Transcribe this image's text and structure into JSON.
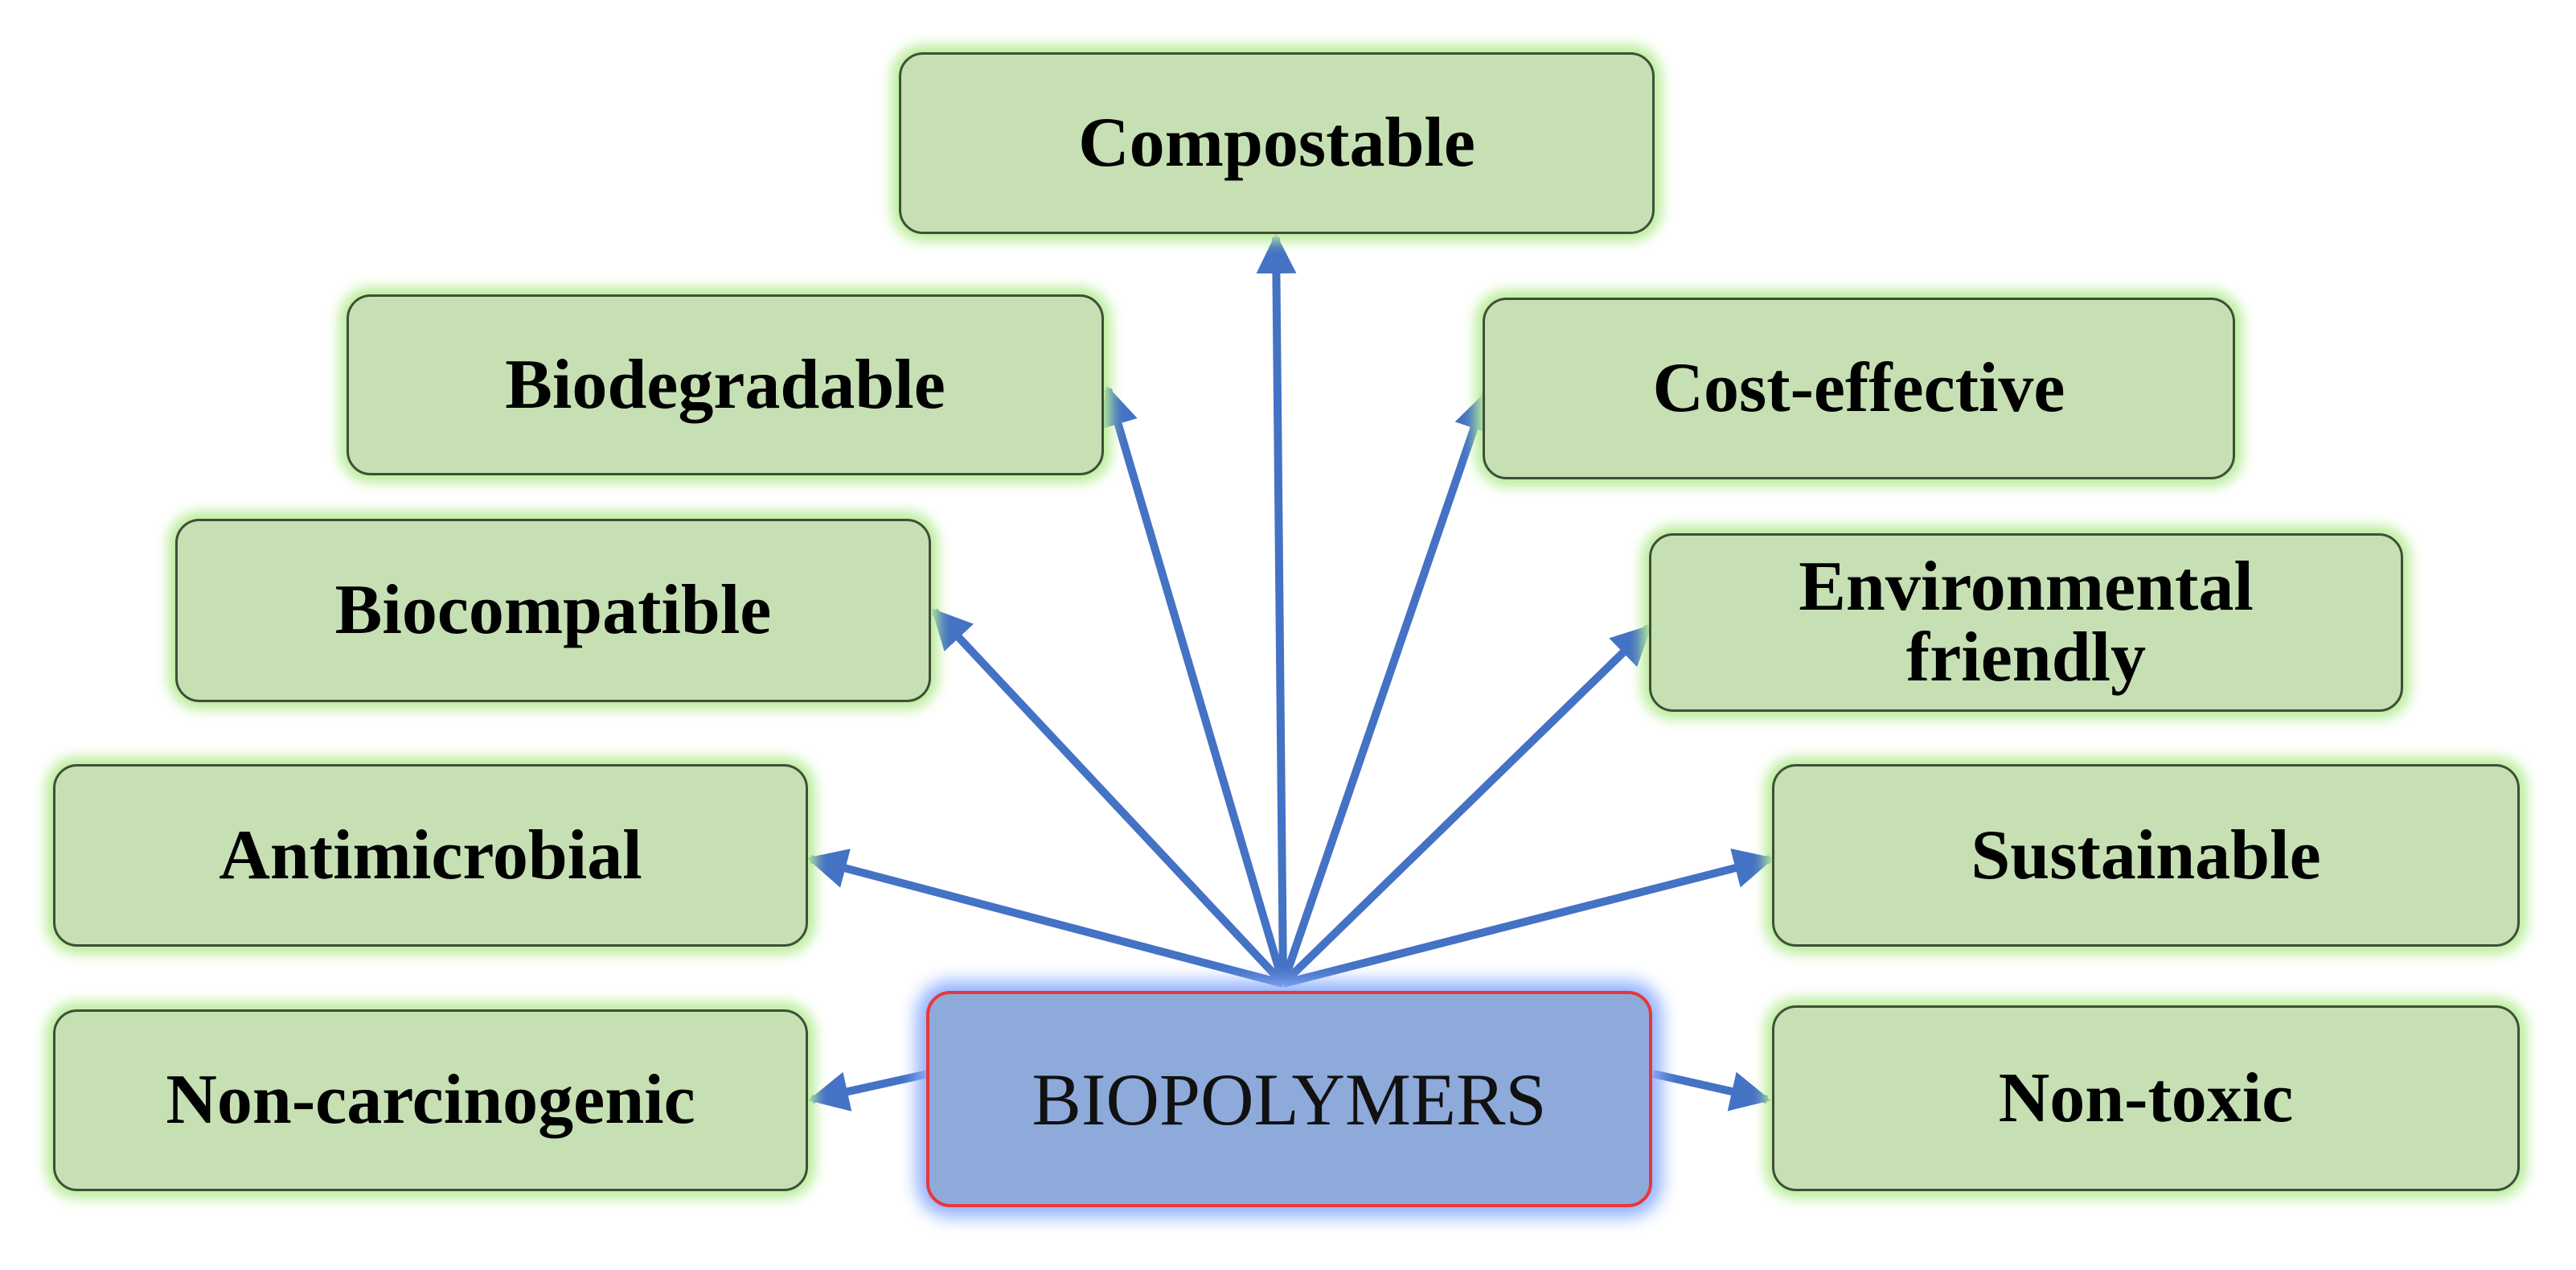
{
  "diagram": {
    "center": {
      "label": "BIOPOLYMERS"
    },
    "properties": [
      {
        "id": "compostable",
        "label": "Compostable"
      },
      {
        "id": "biodegradable",
        "label": "Biodegradable"
      },
      {
        "id": "cost-effective",
        "label": "Cost-effective"
      },
      {
        "id": "biocompatible",
        "label": "Biocompatible"
      },
      {
        "id": "environmental-friendly",
        "label_line1": "Environmental",
        "label_line2": "friendly"
      },
      {
        "id": "antimicrobial",
        "label": "Antimicrobial"
      },
      {
        "id": "sustainable",
        "label": "Sustainable"
      },
      {
        "id": "non-carcinogenic",
        "label": "Non-carcinogenic"
      },
      {
        "id": "non-toxic",
        "label": "Non-toxic"
      }
    ],
    "colors": {
      "property_fill": "#c6e0b4",
      "property_glow": "#b9ec99",
      "center_fill": "#8eaadb",
      "center_border": "#e8373b",
      "arrow": "#4472c4"
    }
  }
}
